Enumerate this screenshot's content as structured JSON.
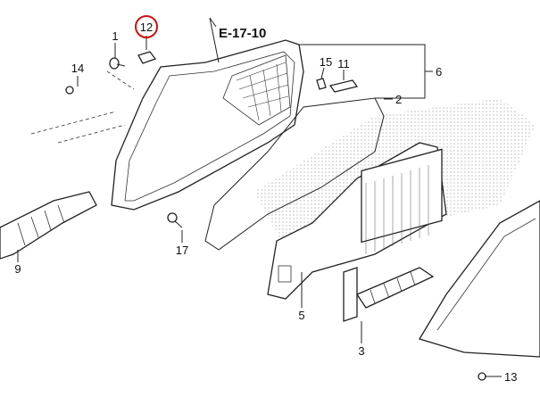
{
  "diagram": {
    "reference": "E-17-10",
    "highlight_color": "#d01010",
    "callouts": {
      "p12": "12",
      "p1": "1",
      "p14": "14",
      "p15": "15",
      "p11": "11",
      "p6": "6",
      "p2": "2",
      "p9": "9",
      "p17": "17",
      "p5": "5",
      "p3": "3",
      "p13": "13"
    },
    "highlighted_part": "12"
  }
}
